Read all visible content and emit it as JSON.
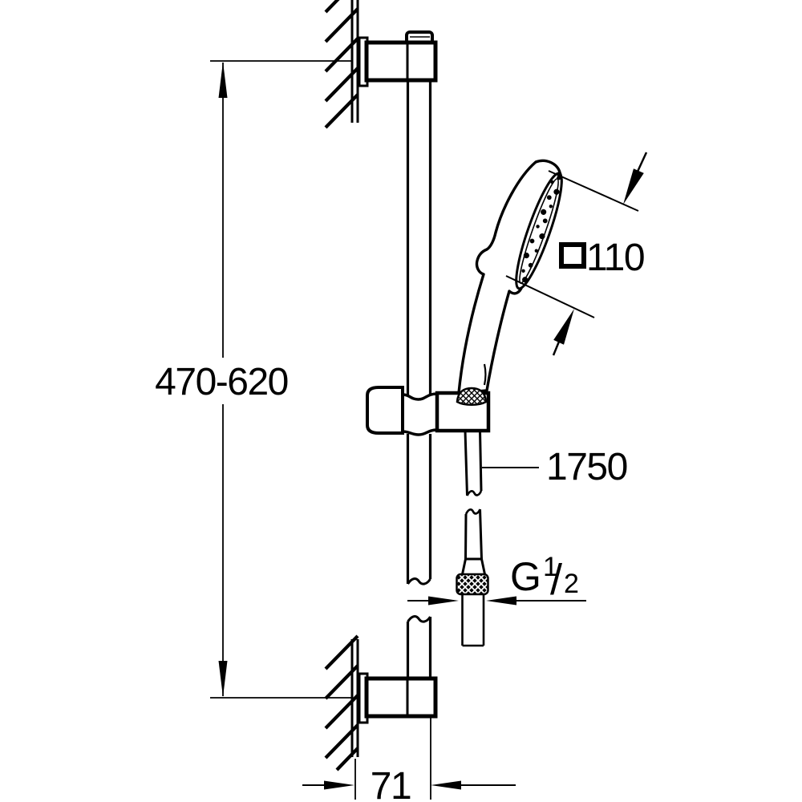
{
  "page": {
    "background": "#ffffff",
    "line_color": "#000000"
  },
  "labels": {
    "rail_height": "470-620",
    "head_width": "110",
    "head_width_symbol": "square",
    "hose_length": "1750",
    "thread_prefix": "G",
    "thread_numerator": "1",
    "thread_slash": "/",
    "thread_denominator": "2",
    "wall_offset": "71"
  }
}
